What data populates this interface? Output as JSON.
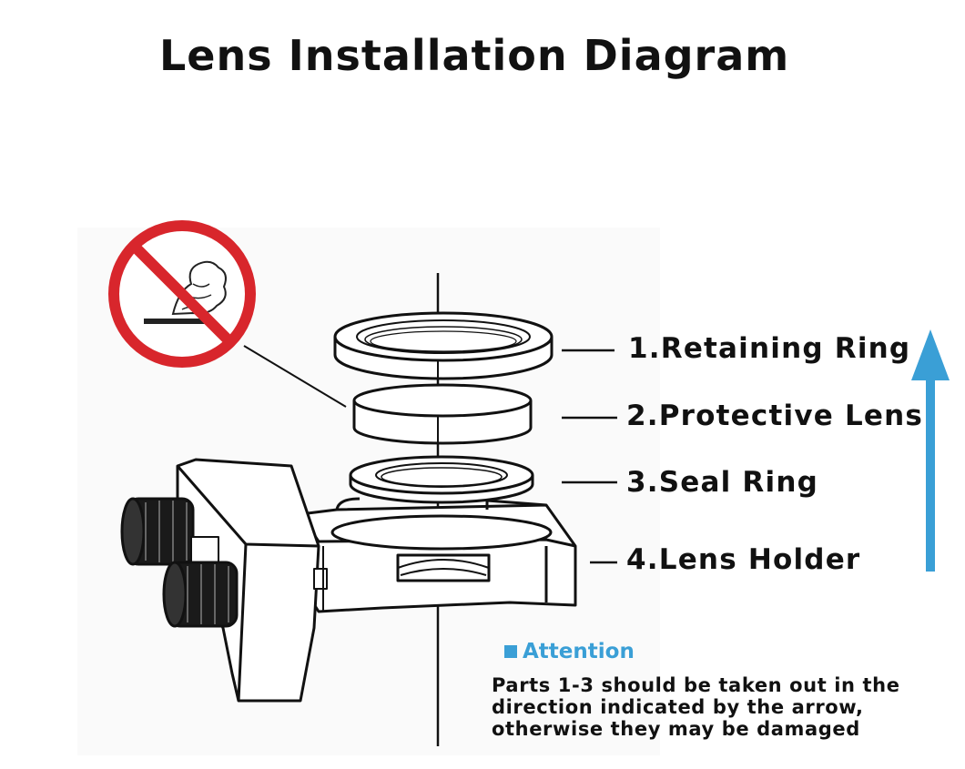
{
  "title": "Lens Installation Diagram",
  "parts": [
    {
      "label": "1.Retaining Ring"
    },
    {
      "label": "2.Protective Lens"
    },
    {
      "label": "3.Seal Ring"
    },
    {
      "label": "4.Lens Holder"
    }
  ],
  "attention": {
    "heading": "Attention",
    "lines": [
      "Parts 1-3 should be taken out in the",
      "direction indicated by the arrow,",
      "otherwise they may be damaged"
    ]
  },
  "colors": {
    "accent": "#3a9fd6",
    "prohibition": "#d8262c",
    "text": "#111111"
  },
  "icons": [
    "no-touch-prohibition-icon",
    "up-arrow-icon"
  ]
}
